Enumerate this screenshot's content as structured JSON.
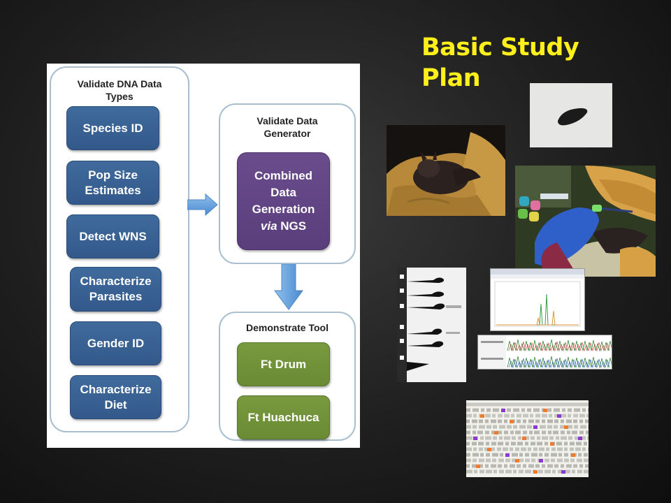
{
  "slide": {
    "title": "Basic Study Plan"
  },
  "diagram": {
    "left_group": {
      "title": "Validate DNA Data Types",
      "items": [
        "Species ID",
        "Pop Size Estimates",
        "Detect WNS",
        "Characterize Parasites",
        "Gender ID",
        "Characterize Diet"
      ]
    },
    "center_group": {
      "title": "Validate Data Generator",
      "node_line1": "Combined Data Generation",
      "node_via": "via",
      "node_ngs": " NGS"
    },
    "bottom_group": {
      "title": "Demonstrate Tool",
      "items": [
        "Ft Drum",
        "Ft Huachuca"
      ]
    },
    "colors": {
      "blue_node": "#3a6294",
      "purple_node": "#624585",
      "green_node": "#729339",
      "arrow": "#5b9bd5",
      "group_border": "#a9bfcf",
      "title_text": "#ffef1a"
    }
  },
  "photos": [
    {
      "name": "bat-in-glove-photo"
    },
    {
      "name": "guano-sample-photo"
    },
    {
      "name": "bat-wing-swab-photo"
    },
    {
      "name": "gel-electrophoresis-photo"
    },
    {
      "name": "chromatogram-peaks-screenshot"
    },
    {
      "name": "sequence-trace-screenshot"
    },
    {
      "name": "dna-sequence-letters-photo"
    }
  ]
}
